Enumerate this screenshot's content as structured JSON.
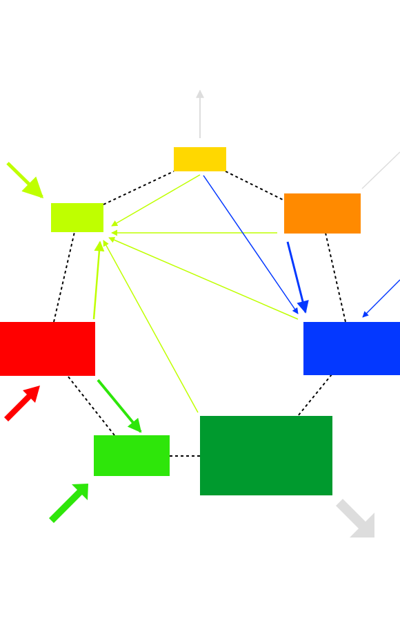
{
  "diagram": {
    "nodes": [
      {
        "id": "yellow",
        "color": "#FFD800"
      },
      {
        "id": "lime",
        "color": "#BFFF00"
      },
      {
        "id": "orange",
        "color": "#FF8A00"
      },
      {
        "id": "red",
        "color": "#FF0000"
      },
      {
        "id": "blue",
        "color": "#0438FF"
      },
      {
        "id": "bright-green",
        "color": "#2EE60A"
      },
      {
        "id": "dark-green",
        "color": "#009A2E"
      }
    ],
    "cycle_edges": [
      [
        "yellow",
        "orange"
      ],
      [
        "orange",
        "blue"
      ],
      [
        "blue",
        "dark-green"
      ],
      [
        "dark-green",
        "bright-green"
      ],
      [
        "bright-green",
        "red"
      ],
      [
        "red",
        "lime"
      ],
      [
        "lime",
        "yellow"
      ]
    ],
    "flows": [
      {
        "from": "yellow",
        "to": "lime",
        "color": "#BFFF00"
      },
      {
        "from": "orange",
        "to": "lime",
        "color": "#BFFF00"
      },
      {
        "from": "blue",
        "to": "lime",
        "color": "#BFFF00"
      },
      {
        "from": "red",
        "to": "lime",
        "color": "#BFFF00"
      },
      {
        "from": "dark-green",
        "to": "lime",
        "color": "#BFFF00"
      },
      {
        "from": "yellow",
        "to": "blue",
        "color": "#0438FF"
      },
      {
        "from": "orange",
        "to": "blue",
        "color": "#0438FF"
      },
      {
        "from": "red",
        "to": "bright-green",
        "color": "#2EE60A"
      }
    ],
    "external_flows": [
      {
        "node": "yellow",
        "direction": "out",
        "color": "#DDDDDD"
      },
      {
        "node": "orange",
        "direction": "out",
        "color": "#DDDDDD"
      },
      {
        "node": "lime",
        "direction": "in",
        "color": "#BFFF00"
      },
      {
        "node": "blue",
        "direction": "in",
        "color": "#0438FF"
      },
      {
        "node": "red",
        "direction": "in",
        "color": "#FF0000"
      },
      {
        "node": "bright-green",
        "direction": "in",
        "color": "#2EE60A"
      },
      {
        "node": "dark-green",
        "direction": "out",
        "color": "#DDDDDD"
      }
    ]
  }
}
